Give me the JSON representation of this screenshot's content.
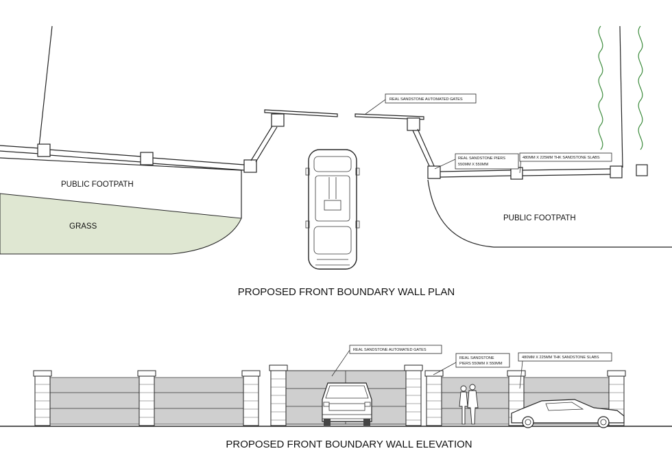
{
  "titles": {
    "plan": "PROPOSED FRONT BOUNDARY WALL PLAN",
    "elevation": "PROPOSED FRONT BOUNDARY WALL ELEVATION"
  },
  "plan": {
    "footpath_left": "PUBLIC FOOTPATH",
    "grass": "GRASS",
    "footpath_right": "PUBLIC FOOTPATH",
    "gates_callout": "REAL SANDSTONE AUTOMATED GATES",
    "piers_callout_line1": "REAL SANDSTONE PIERS",
    "piers_callout_line2": "550MM X 550MM",
    "slabs_callout": "480MM X 225MM THK SANDSTONE SLABS"
  },
  "elevation": {
    "gates_callout": "REAL SANDSTONE AUTOMATED GATES",
    "piers_callout_line1": "REAL SANDSTONE",
    "piers_callout_line2": "PIERS 550MM X 550MM",
    "slabs_callout": "480MM X 225MM THK SANDSTONE SLABS"
  },
  "colors": {
    "grass": "#dfe7d2",
    "wall_panel": "#cfcfcf",
    "line": "#222222",
    "hedge": "#3a8a3a"
  }
}
